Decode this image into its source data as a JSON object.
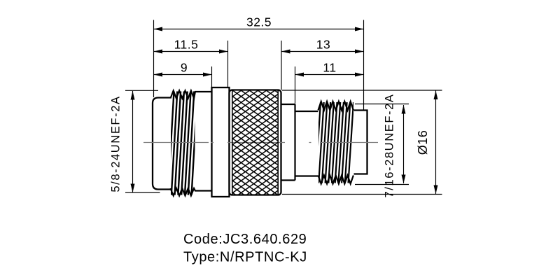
{
  "drawing": {
    "dimensions": {
      "overall_length": "32.5",
      "left_body_length": "11.5",
      "left_thread_length": "9",
      "right_body_length": "13",
      "right_thread_length": "11",
      "left_thread_spec": "5/8-24UNEF-2A",
      "right_thread_spec": "7/16-28UNEF-2A",
      "body_diameter": "Ø16"
    },
    "title_block": {
      "code": "Code:JC3.640.629",
      "type": "Type:N/RPTNC-KJ"
    },
    "colors": {
      "line": "#000000",
      "centerline": "#7a7a7a",
      "background": "#ffffff"
    }
  }
}
